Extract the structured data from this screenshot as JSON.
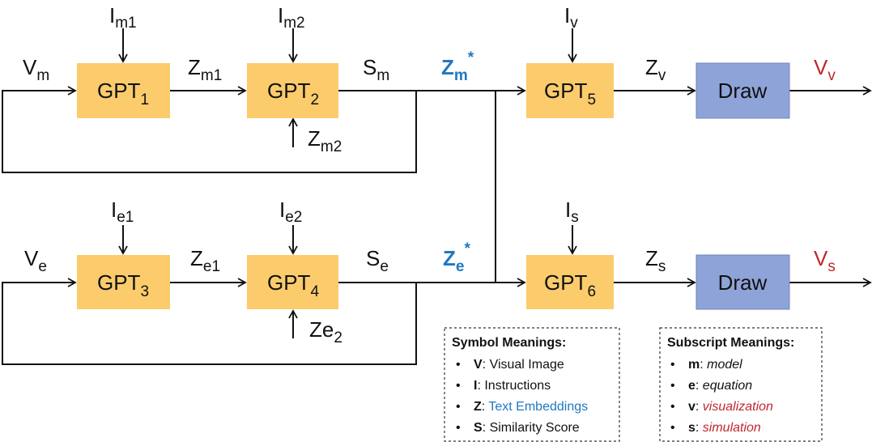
{
  "colors": {
    "gpt_box": "#FBCB6C",
    "draw_box": "#8EA3D8",
    "embedding_blue": "#1F78C1",
    "output_red": "#C0272D"
  },
  "blocks": {
    "gpt1": {
      "base": "GPT",
      "sub": "1"
    },
    "gpt2": {
      "base": "GPT",
      "sub": "2"
    },
    "gpt3": {
      "base": "GPT",
      "sub": "3"
    },
    "gpt4": {
      "base": "GPT",
      "sub": "4"
    },
    "gpt5": {
      "base": "GPT",
      "sub": "5"
    },
    "gpt6": {
      "base": "GPT",
      "sub": "6"
    },
    "draw_top": "Draw",
    "draw_bottom": "Draw"
  },
  "signals": {
    "Im1": {
      "base": "I",
      "sub": "m1"
    },
    "Im2": {
      "base": "I",
      "sub": "m2"
    },
    "Vm": {
      "base": "V",
      "sub": "m"
    },
    "Zm1": {
      "base": "Z",
      "sub": "m1"
    },
    "Sm": {
      "base": "S",
      "sub": "m"
    },
    "Zm2": {
      "base": "Z",
      "sub": "m2"
    },
    "Zm_star": {
      "base": "Z",
      "sub": "m",
      "sup": "*"
    },
    "Iv": {
      "base": "I",
      "sub": "v"
    },
    "Zv": {
      "base": "Z",
      "sub": "v"
    },
    "Vv": {
      "base": "V",
      "sub": "v"
    },
    "Ie1": {
      "base": "I",
      "sub": "e1"
    },
    "Ie2": {
      "base": "I",
      "sub": "e2"
    },
    "Ve": {
      "base": "V",
      "sub": "e"
    },
    "Ze1": {
      "base": "Z",
      "sub": "e1"
    },
    "Se": {
      "base": "S",
      "sub": "e"
    },
    "Ze2": {
      "base": "Ze",
      "sub": "2"
    },
    "Ze_star": {
      "base": "Z",
      "sub": "e",
      "sup": "*"
    },
    "Is": {
      "base": "I",
      "sub": "s"
    },
    "Zs": {
      "base": "Z",
      "sub": "s"
    },
    "Vs": {
      "base": "V",
      "sub": "s"
    }
  },
  "legend_symbols": {
    "title": "Symbol Meanings:",
    "items": [
      {
        "key": "V",
        "sep": ": ",
        "text": "Visual Image"
      },
      {
        "key": "I",
        "sep": ": ",
        "text": "Instructions"
      },
      {
        "key": "Z",
        "sep": ": ",
        "text": "Text Embeddings"
      },
      {
        "key": "S",
        "sep": ": ",
        "text": "Similarity Score"
      }
    ]
  },
  "legend_subscripts": {
    "title": "Subscript Meanings:",
    "items": [
      {
        "key": "m",
        "sep": ": ",
        "text": "model"
      },
      {
        "key": "e",
        "sep": ": ",
        "text": "equation"
      },
      {
        "key": "v",
        "sep": ": ",
        "text": "visualization"
      },
      {
        "key": "s",
        "sep": ": ",
        "text": "simulation"
      }
    ]
  },
  "bullet": "•"
}
